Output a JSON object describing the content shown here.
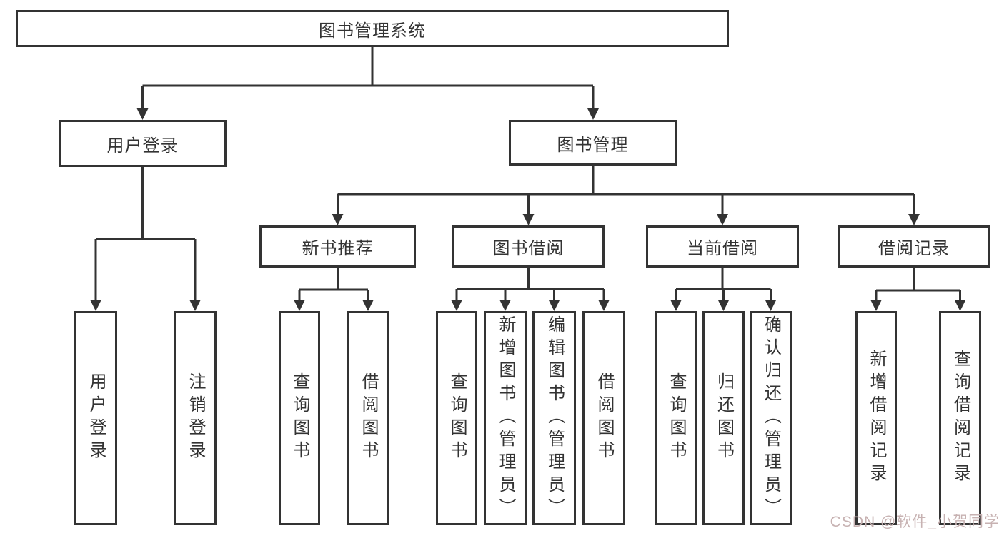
{
  "diagram_title": "图书管理系统",
  "nodes": {
    "root": "图书管理系统",
    "user_login": "用户登录",
    "book_mgmt": "图书管理",
    "new_book_rec": "新书推荐",
    "book_borrow": "图书借阅",
    "current_borrow": "当前借阅",
    "borrow_record": "借阅记录",
    "leaf_user_login": "用户登录",
    "leaf_logout": "注销登录",
    "leaf_rec_query_book": "查询图书",
    "leaf_rec_borrow_book": "借阅图书",
    "leaf_bb_query_book": "查询图书",
    "leaf_bb_add_book": "新增图书（管理员）",
    "leaf_bb_edit_book": "编辑图书（管理员）",
    "leaf_bb_borrow_book": "借阅图书",
    "leaf_cb_query_book": "查询图书",
    "leaf_cb_return_book": "归还图书",
    "leaf_cb_confirm_return": "确认归还（管理员）",
    "leaf_br_add_record": "新增借阅记录",
    "leaf_br_query_record": "查询借阅记录"
  },
  "hierarchy": {
    "图书管理系统": [
      "用户登录",
      "图书管理"
    ],
    "用户登录": [
      "用户登录",
      "注销登录"
    ],
    "图书管理": [
      "新书推荐",
      "图书借阅",
      "当前借阅",
      "借阅记录"
    ],
    "新书推荐": [
      "查询图书",
      "借阅图书"
    ],
    "图书借阅": [
      "查询图书",
      "新增图书（管理员）",
      "编辑图书（管理员）",
      "借阅图书"
    ],
    "当前借阅": [
      "查询图书",
      "归还图书",
      "确认归还（管理员）"
    ],
    "借阅记录": [
      "新增借阅记录",
      "查询借阅记录"
    ]
  },
  "watermark": "CSDN @软件_小贺同学",
  "colors": {
    "line": "#333333",
    "box_border": "#333333",
    "text": "#333333",
    "background": "#ffffff",
    "watermark": "#c7b2b2"
  }
}
